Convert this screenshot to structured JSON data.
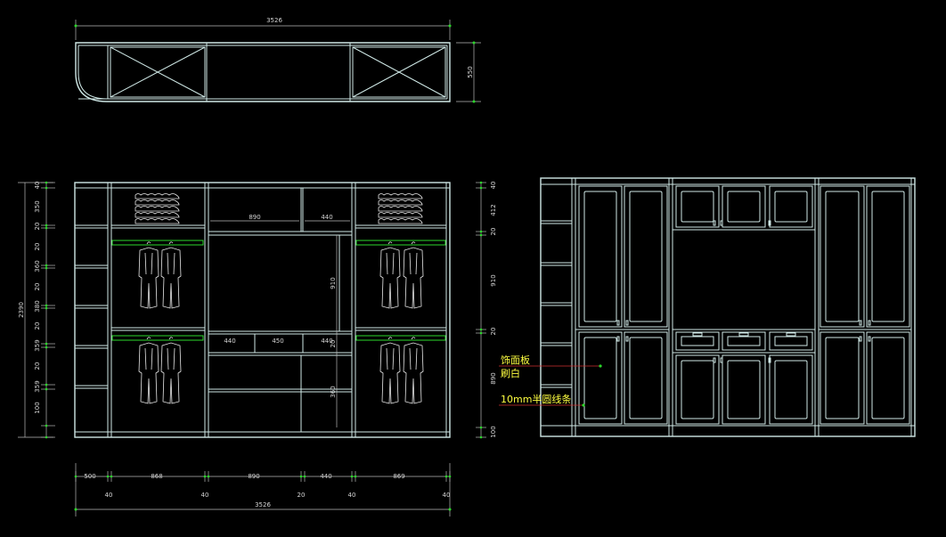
{
  "plan": {
    "width_label": "3526",
    "depth_label": "550"
  },
  "front": {
    "height_label": "2390",
    "left_stack": [
      "40",
      "350",
      "20",
      "20",
      "360",
      "20",
      "380",
      "20",
      "359",
      "20",
      "359",
      "100"
    ],
    "top_row": [
      "890",
      "440"
    ],
    "mid_row": [
      "440",
      "450",
      "440"
    ],
    "inner_heights": [
      "910",
      "20",
      "360"
    ],
    "right_stack": [
      "40",
      "412",
      "20",
      "910",
      "20",
      "890",
      "100"
    ]
  },
  "bottom": {
    "segments": [
      "500",
      "868",
      "890",
      "440",
      "869"
    ],
    "gaps": [
      "40",
      "40",
      "20",
      "40",
      "40"
    ],
    "total": "3526"
  },
  "annotations": {
    "panel_line1": "饰面板",
    "panel_line2": "刷白",
    "molding": "10mm半圆线条"
  }
}
